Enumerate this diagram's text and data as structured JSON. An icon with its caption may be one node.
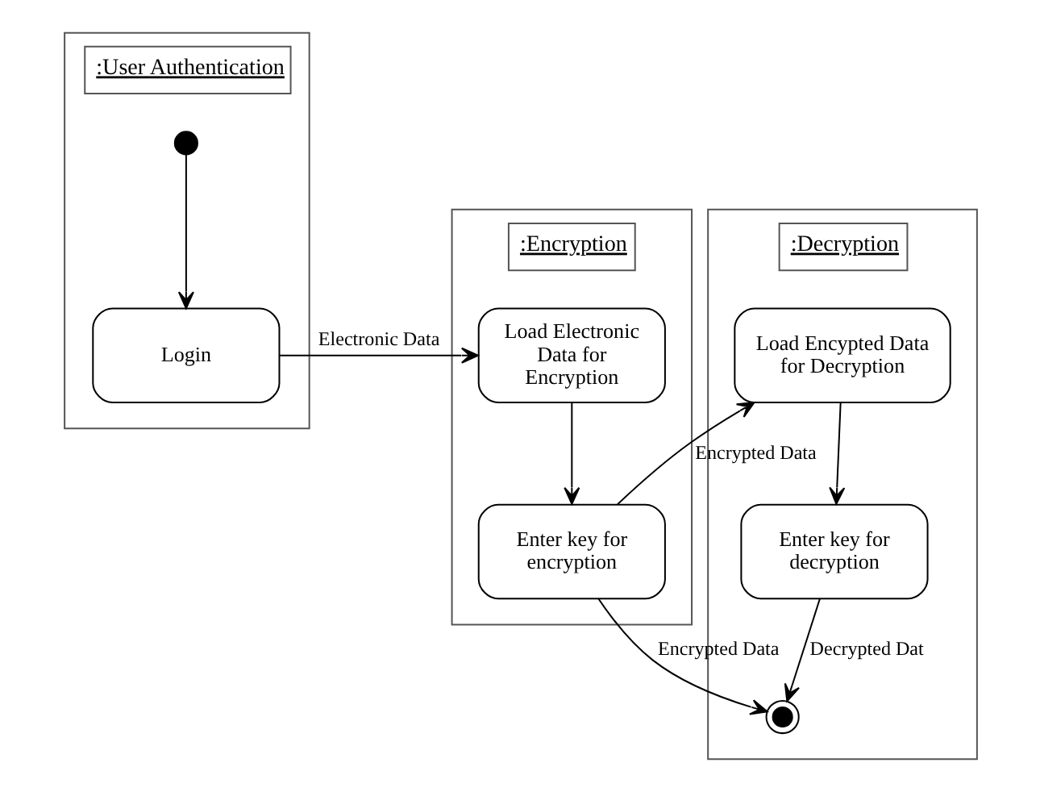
{
  "diagram": {
    "nodes": [
      {
        "text": [
          ":User Authentication"
        ]
      },
      {
        "text": [
          ":Encryption"
        ]
      },
      {
        "text": [
          ":Decryption"
        ]
      },
      {
        "text": [],
        "shape": "circle",
        "in": 0
      },
      {
        "text": [
          "Login"
        ],
        "in": 0
      },
      {
        "text": [
          "Load Electronic Data for Encryption"
        ],
        "in": 1
      },
      {
        "text": [
          "Enter key for encryption"
        ],
        "in": 1
      },
      {
        "text": [
          "Load Encypted Data for Decryption"
        ],
        "in": 2
      },
      {
        "text": [
          "Enter key for decryption"
        ],
        "in": 2
      },
      {
        "text": [],
        "shape": "circle",
        "in": 2
      }
    ],
    "edges": [
      {
        "from": 3,
        "to": 4,
        "arrow": "to"
      },
      {
        "from": 4,
        "to": 5,
        "arrow": "to",
        "label": "Electronic Data"
      },
      {
        "from": 5,
        "to": 6,
        "arrow": "to"
      },
      {
        "from": 6,
        "to": 7,
        "arrow": "to",
        "label": "Encrypted Data"
      },
      {
        "from": 7,
        "to": 8,
        "arrow": "to"
      },
      {
        "from": 8,
        "to": 9,
        "arrow": "to",
        "label": "Decrypted Dat"
      },
      {
        "from": 6,
        "to": 9,
        "arrow": "to",
        "label": "Encrypted Data"
      }
    ]
  }
}
